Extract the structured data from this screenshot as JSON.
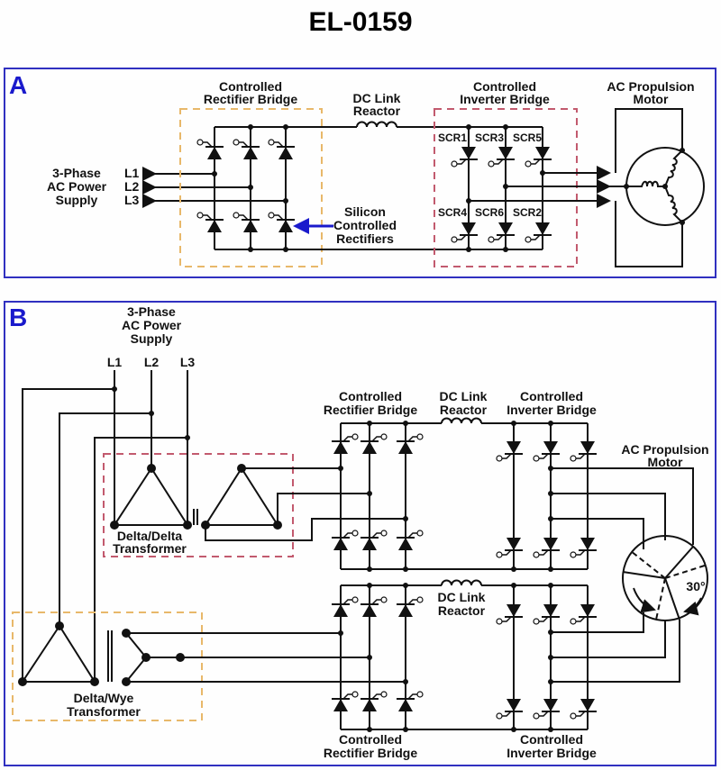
{
  "title": "EL-0159",
  "colors": {
    "panel_border": "#3030c0",
    "panel_letter": "#1a1acc",
    "rectifier_box": "#e8b86a",
    "inverter_box": "#c25a6e",
    "callout_arrow": "#1a1acc",
    "wire": "#111111"
  },
  "panel_a": {
    "letter": "A",
    "supply_label": [
      "3-Phase",
      "AC Power",
      "Supply"
    ],
    "lines": [
      "L1",
      "L2",
      "L3"
    ],
    "rectifier_label": [
      "Controlled",
      "Rectifier Bridge"
    ],
    "reactor_label": [
      "DC Link",
      "Reactor"
    ],
    "inverter_label": [
      "Controlled",
      "Inverter Bridge"
    ],
    "motor_label": [
      "AC Propulsion",
      "Motor"
    ],
    "scr_callout": [
      "Silicon",
      "Controlled",
      "Rectifiers"
    ],
    "scr_top": [
      "SCR1",
      "SCR3",
      "SCR5"
    ],
    "scr_bottom": [
      "SCR4",
      "SCR6",
      "SCR2"
    ]
  },
  "panel_b": {
    "letter": "B",
    "supply_label": [
      "3-Phase",
      "AC Power",
      "Supply"
    ],
    "lines": [
      "L1",
      "L2",
      "L3"
    ],
    "delta_delta_label": [
      "Delta/Delta",
      "Transformer"
    ],
    "delta_wye_label": [
      "Delta/Wye",
      "Transformer"
    ],
    "rectifier_top_label": [
      "Controlled",
      "Rectifier Bridge"
    ],
    "reactor_top_label": [
      "DC Link",
      "Reactor"
    ],
    "inverter_top_label": [
      "Controlled",
      "Inverter Bridge"
    ],
    "motor_label": [
      "AC Propulsion",
      "Motor"
    ],
    "reactor_bottom_label": [
      "DC Link",
      "Reactor"
    ],
    "rectifier_bottom_label": [
      "Controlled",
      "Rectifier Bridge"
    ],
    "inverter_bottom_label": [
      "Controlled",
      "Inverter Bridge"
    ],
    "phase_shift_label": "30°"
  }
}
